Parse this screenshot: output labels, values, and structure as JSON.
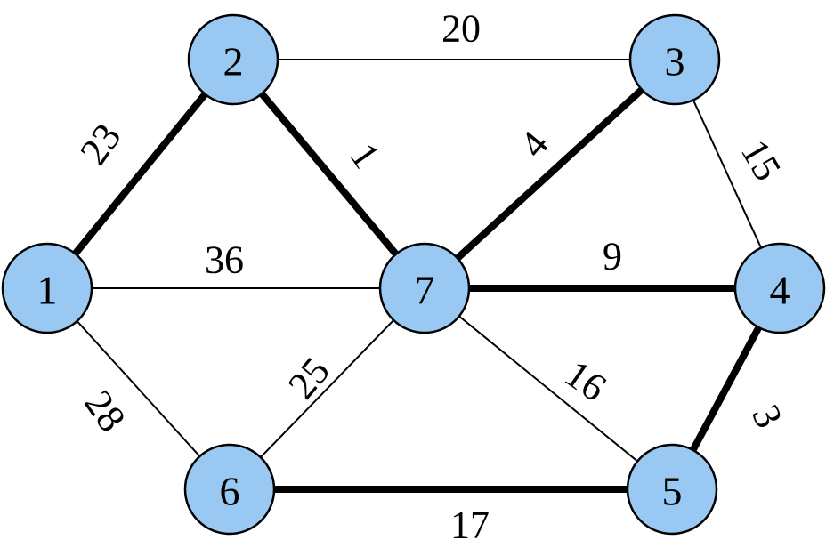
{
  "graph": {
    "node_fill": "#99c8f3",
    "stroke": "#000000",
    "nodes": [
      {
        "id": "1",
        "label": "1"
      },
      {
        "id": "2",
        "label": "2"
      },
      {
        "id": "3",
        "label": "3"
      },
      {
        "id": "4",
        "label": "4"
      },
      {
        "id": "5",
        "label": "5"
      },
      {
        "id": "6",
        "label": "6"
      },
      {
        "id": "7",
        "label": "7"
      }
    ],
    "edges": [
      {
        "from": "1",
        "to": "2",
        "weight": "23",
        "highlighted": true
      },
      {
        "from": "2",
        "to": "3",
        "weight": "20",
        "highlighted": false
      },
      {
        "from": "2",
        "to": "7",
        "weight": "1",
        "highlighted": true
      },
      {
        "from": "3",
        "to": "7",
        "weight": "4",
        "highlighted": true
      },
      {
        "from": "3",
        "to": "4",
        "weight": "15",
        "highlighted": false
      },
      {
        "from": "1",
        "to": "7",
        "weight": "36",
        "highlighted": false
      },
      {
        "from": "7",
        "to": "4",
        "weight": "9",
        "highlighted": true
      },
      {
        "from": "1",
        "to": "6",
        "weight": "28",
        "highlighted": false
      },
      {
        "from": "7",
        "to": "6",
        "weight": "25",
        "highlighted": false
      },
      {
        "from": "7",
        "to": "5",
        "weight": "16",
        "highlighted": false
      },
      {
        "from": "4",
        "to": "5",
        "weight": "3",
        "highlighted": true
      },
      {
        "from": "6",
        "to": "5",
        "weight": "17",
        "highlighted": true
      }
    ]
  }
}
